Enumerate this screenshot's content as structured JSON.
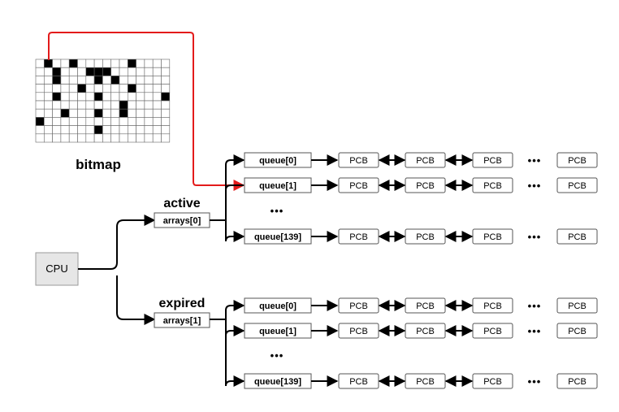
{
  "labels": {
    "bitmap": "bitmap",
    "active": "active",
    "expired": "expired",
    "cpu": "CPU",
    "arrays0": "arrays[0]",
    "arrays1": "arrays[1]",
    "ellipsis": "•••",
    "vdots": "•••"
  },
  "bitmap": {
    "cols": 16,
    "rows": 10,
    "filled": [
      [
        0,
        1
      ],
      [
        0,
        4
      ],
      [
        0,
        11
      ],
      [
        1,
        2
      ],
      [
        1,
        6
      ],
      [
        1,
        7
      ],
      [
        1,
        8
      ],
      [
        2,
        2
      ],
      [
        2,
        7
      ],
      [
        2,
        9
      ],
      [
        3,
        5
      ],
      [
        3,
        11
      ],
      [
        4,
        2
      ],
      [
        4,
        7
      ],
      [
        4,
        15
      ],
      [
        5,
        10
      ],
      [
        6,
        3
      ],
      [
        6,
        7
      ],
      [
        6,
        10
      ],
      [
        7,
        0
      ],
      [
        8,
        7
      ]
    ]
  },
  "groups": [
    {
      "id": "active",
      "rows": [
        {
          "queue": "queue[0]",
          "pcbs": [
            "PCB",
            "PCB",
            "PCB",
            "PCB"
          ]
        },
        {
          "queue": "queue[1]",
          "pcbs": [
            "PCB",
            "PCB",
            "PCB",
            "PCB"
          ]
        },
        {
          "queue": "queue[139]",
          "pcbs": [
            "PCB",
            "PCB",
            "PCB",
            "PCB"
          ]
        }
      ]
    },
    {
      "id": "expired",
      "rows": [
        {
          "queue": "queue[0]",
          "pcbs": [
            "PCB",
            "PCB",
            "PCB",
            "PCB"
          ]
        },
        {
          "queue": "queue[1]",
          "pcbs": [
            "PCB",
            "PCB",
            "PCB",
            "PCB"
          ]
        },
        {
          "queue": "queue[139]",
          "pcbs": [
            "PCB",
            "PCB",
            "PCB",
            "PCB"
          ]
        }
      ]
    }
  ],
  "colors": {
    "pointer": "#e31b1b",
    "line": "#000000",
    "box_border": "#555555",
    "cpu_fill": "#e6e6e6"
  }
}
